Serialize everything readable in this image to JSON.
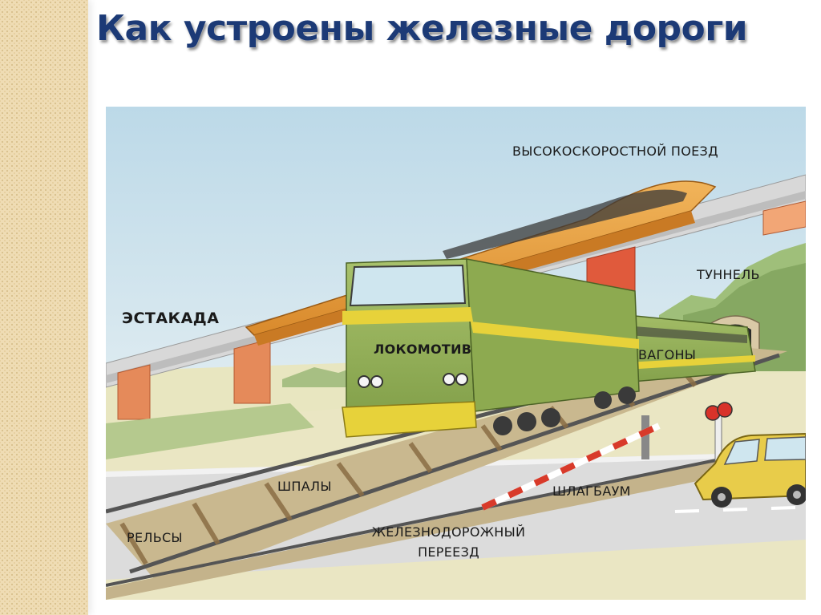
{
  "slide": {
    "title": "Как устроены железные дороги"
  },
  "diagram": {
    "labels": {
      "high_speed_train": "ВЫСОКОСКОРОСТНОЙ ПОЕЗД",
      "tunnel": "ТУННЕЛЬ",
      "overpass": "ЭСТАКАДА",
      "locomotive": "ЛОКОМОТИВ",
      "wagons": "ВАГОНЫ",
      "sleepers": "ШПАЛЫ",
      "barrier": "ШЛАГБАУМ",
      "rails": "РЕЛЬСЫ",
      "crossing_line1": "ЖЕЛЕЗНОДОРОЖНЫЙ",
      "crossing_line2": "ПЕРЕЕЗД"
    }
  }
}
